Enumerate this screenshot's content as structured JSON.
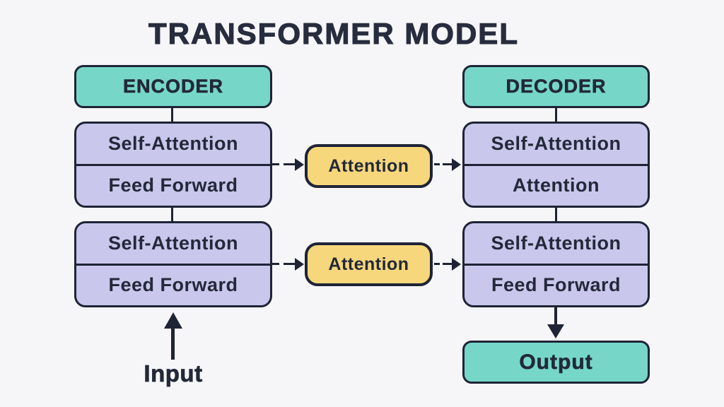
{
  "title": "TRANSFORMER MODEL",
  "encoder": {
    "header": "ENCODER",
    "blocks": [
      {
        "rows": [
          "Self-Attention",
          "Feed Forward"
        ]
      },
      {
        "rows": [
          "Self-Attention",
          "Feed Forward"
        ]
      }
    ]
  },
  "decoder": {
    "header": "DECODER",
    "blocks": [
      {
        "rows": [
          "Self-Attention",
          "Attention"
        ]
      },
      {
        "rows": [
          "Self-Attention",
          "Feed Forward"
        ]
      }
    ]
  },
  "bridges": [
    {
      "label": "Attention"
    },
    {
      "label": "Attention"
    }
  ],
  "io": {
    "input_label": "Input",
    "output_label": "Output"
  },
  "colors": {
    "background": "#f6f6f8",
    "teal": "#76d7c9",
    "lavender": "#c9c7ec",
    "yellow": "#f6d77c",
    "ink": "#1e2436"
  }
}
